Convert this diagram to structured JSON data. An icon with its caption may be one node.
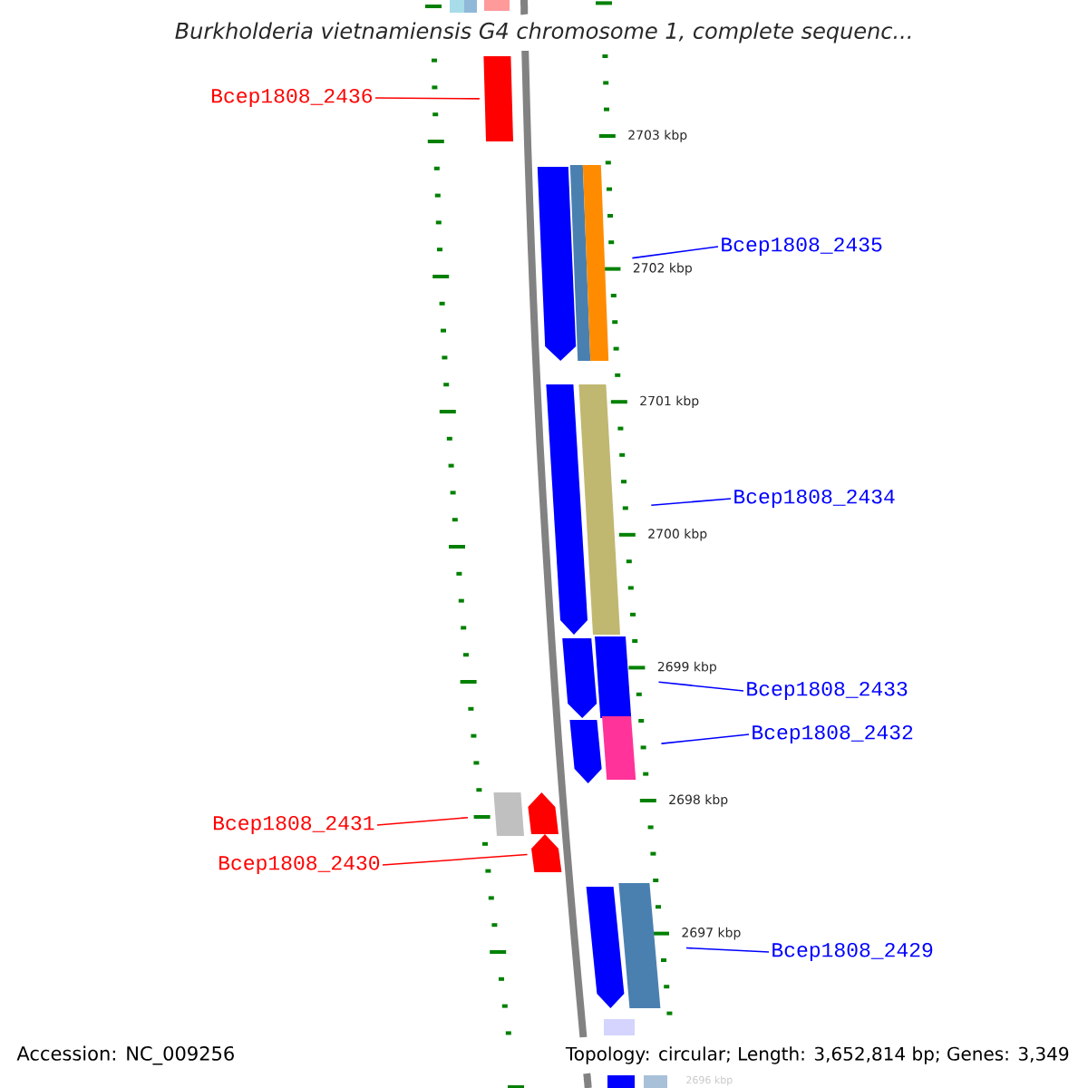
{
  "diagram": {
    "title": "Burkholderia vietnamiensis G4 chromosome 1, complete sequenc...",
    "nodes": [
      {
        "text": [
          "Bcep1808_2436"
        ]
      },
      {
        "text": [],
        "shape": "bar"
      },
      {
        "text": [],
        "shape": "pentagon"
      },
      {
        "text": [],
        "shape": "bar"
      },
      {
        "text": [],
        "shape": "bar"
      },
      {
        "text": [
          "Bcep1808_2435"
        ]
      },
      {
        "text": [],
        "shape": "pentagon"
      },
      {
        "text": [],
        "shape": "bar"
      },
      {
        "text": [
          "Bcep1808_2434"
        ]
      },
      {
        "text": [],
        "shape": "pentagon"
      },
      {
        "text": [],
        "shape": "bar"
      },
      {
        "text": [
          "Bcep1808_2433"
        ]
      },
      {
        "text": [],
        "shape": "pentagon"
      },
      {
        "text": [],
        "shape": "bar"
      },
      {
        "text": [
          "Bcep1808_2432"
        ]
      },
      {
        "text": [
          "Bcep1808_2431"
        ]
      },
      {
        "text": [],
        "shape": "bar"
      },
      {
        "text": [],
        "shape": "pentagon"
      },
      {
        "text": [
          "Bcep1808_2430"
        ]
      },
      {
        "text": [],
        "shape": "pentagon"
      },
      {
        "text": [],
        "shape": "pentagon"
      },
      {
        "text": [],
        "shape": "bar"
      },
      {
        "text": [
          "Bcep1808_2429"
        ]
      }
    ],
    "edges": [
      {
        "from": 0,
        "to": 1,
        "arrow": "none",
        "color": "#ff0000"
      },
      {
        "from": 5,
        "to": 4,
        "arrow": "none"
      },
      {
        "from": 8,
        "to": 7,
        "arrow": "none"
      },
      {
        "from": 11,
        "to": 10,
        "arrow": "none"
      },
      {
        "from": 14,
        "to": 13,
        "arrow": "none"
      },
      {
        "from": 15,
        "to": 16,
        "arrow": "none",
        "color": "#ff0000"
      },
      {
        "from": 18,
        "to": 19,
        "arrow": "none",
        "color": "#ff0000"
      },
      {
        "from": 22,
        "to": 21,
        "arrow": "none"
      }
    ],
    "labels": [
      "2703 kbp",
      "2702 kbp",
      "2701 kbp",
      "2700 kbp",
      "2699 kbp",
      "2698 kbp",
      "2697 kbp",
      "Accession: NC_009256",
      "Topology: circular; Length: 3,652,814 bp; Genes: 3,349",
      "2696 kbp"
    ]
  }
}
